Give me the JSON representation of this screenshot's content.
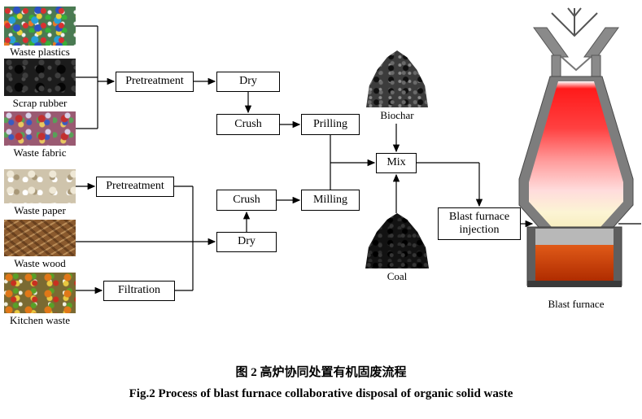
{
  "figure": {
    "caption_zh": "图 2 高炉协同处置有机固废流程",
    "caption_en": "Fig.2 Process of blast furnace collaborative disposal of organic solid waste"
  },
  "inputs": [
    {
      "label": "Waste plastics"
    },
    {
      "label": "Scrap rubber"
    },
    {
      "label": "Waste fabric"
    },
    {
      "label": "Waste paper"
    },
    {
      "label": "Waste wood"
    },
    {
      "label": "Kitchen waste"
    }
  ],
  "boxes": {
    "pretreatment_top": "Pretreatment",
    "dry_top": "Dry",
    "crush_top": "Crush",
    "prilling": "Prilling",
    "pretreatment_bottom": "Pretreatment",
    "crush_bottom": "Crush",
    "milling": "Milling",
    "dry_bottom": "Dry",
    "filtration": "Filtration",
    "mix": "Mix",
    "injection": "Blast furnace injection"
  },
  "materials": {
    "biochar": "Biochar",
    "coal": "Coal"
  },
  "furnace": {
    "label": "Blast furnace"
  },
  "colors": {
    "furnace_hot_red": "#ff1a1a",
    "furnace_melt_orange": "#c23a08",
    "furnace_wall_grey": "#7d7d7d",
    "box_border": "#000000"
  }
}
